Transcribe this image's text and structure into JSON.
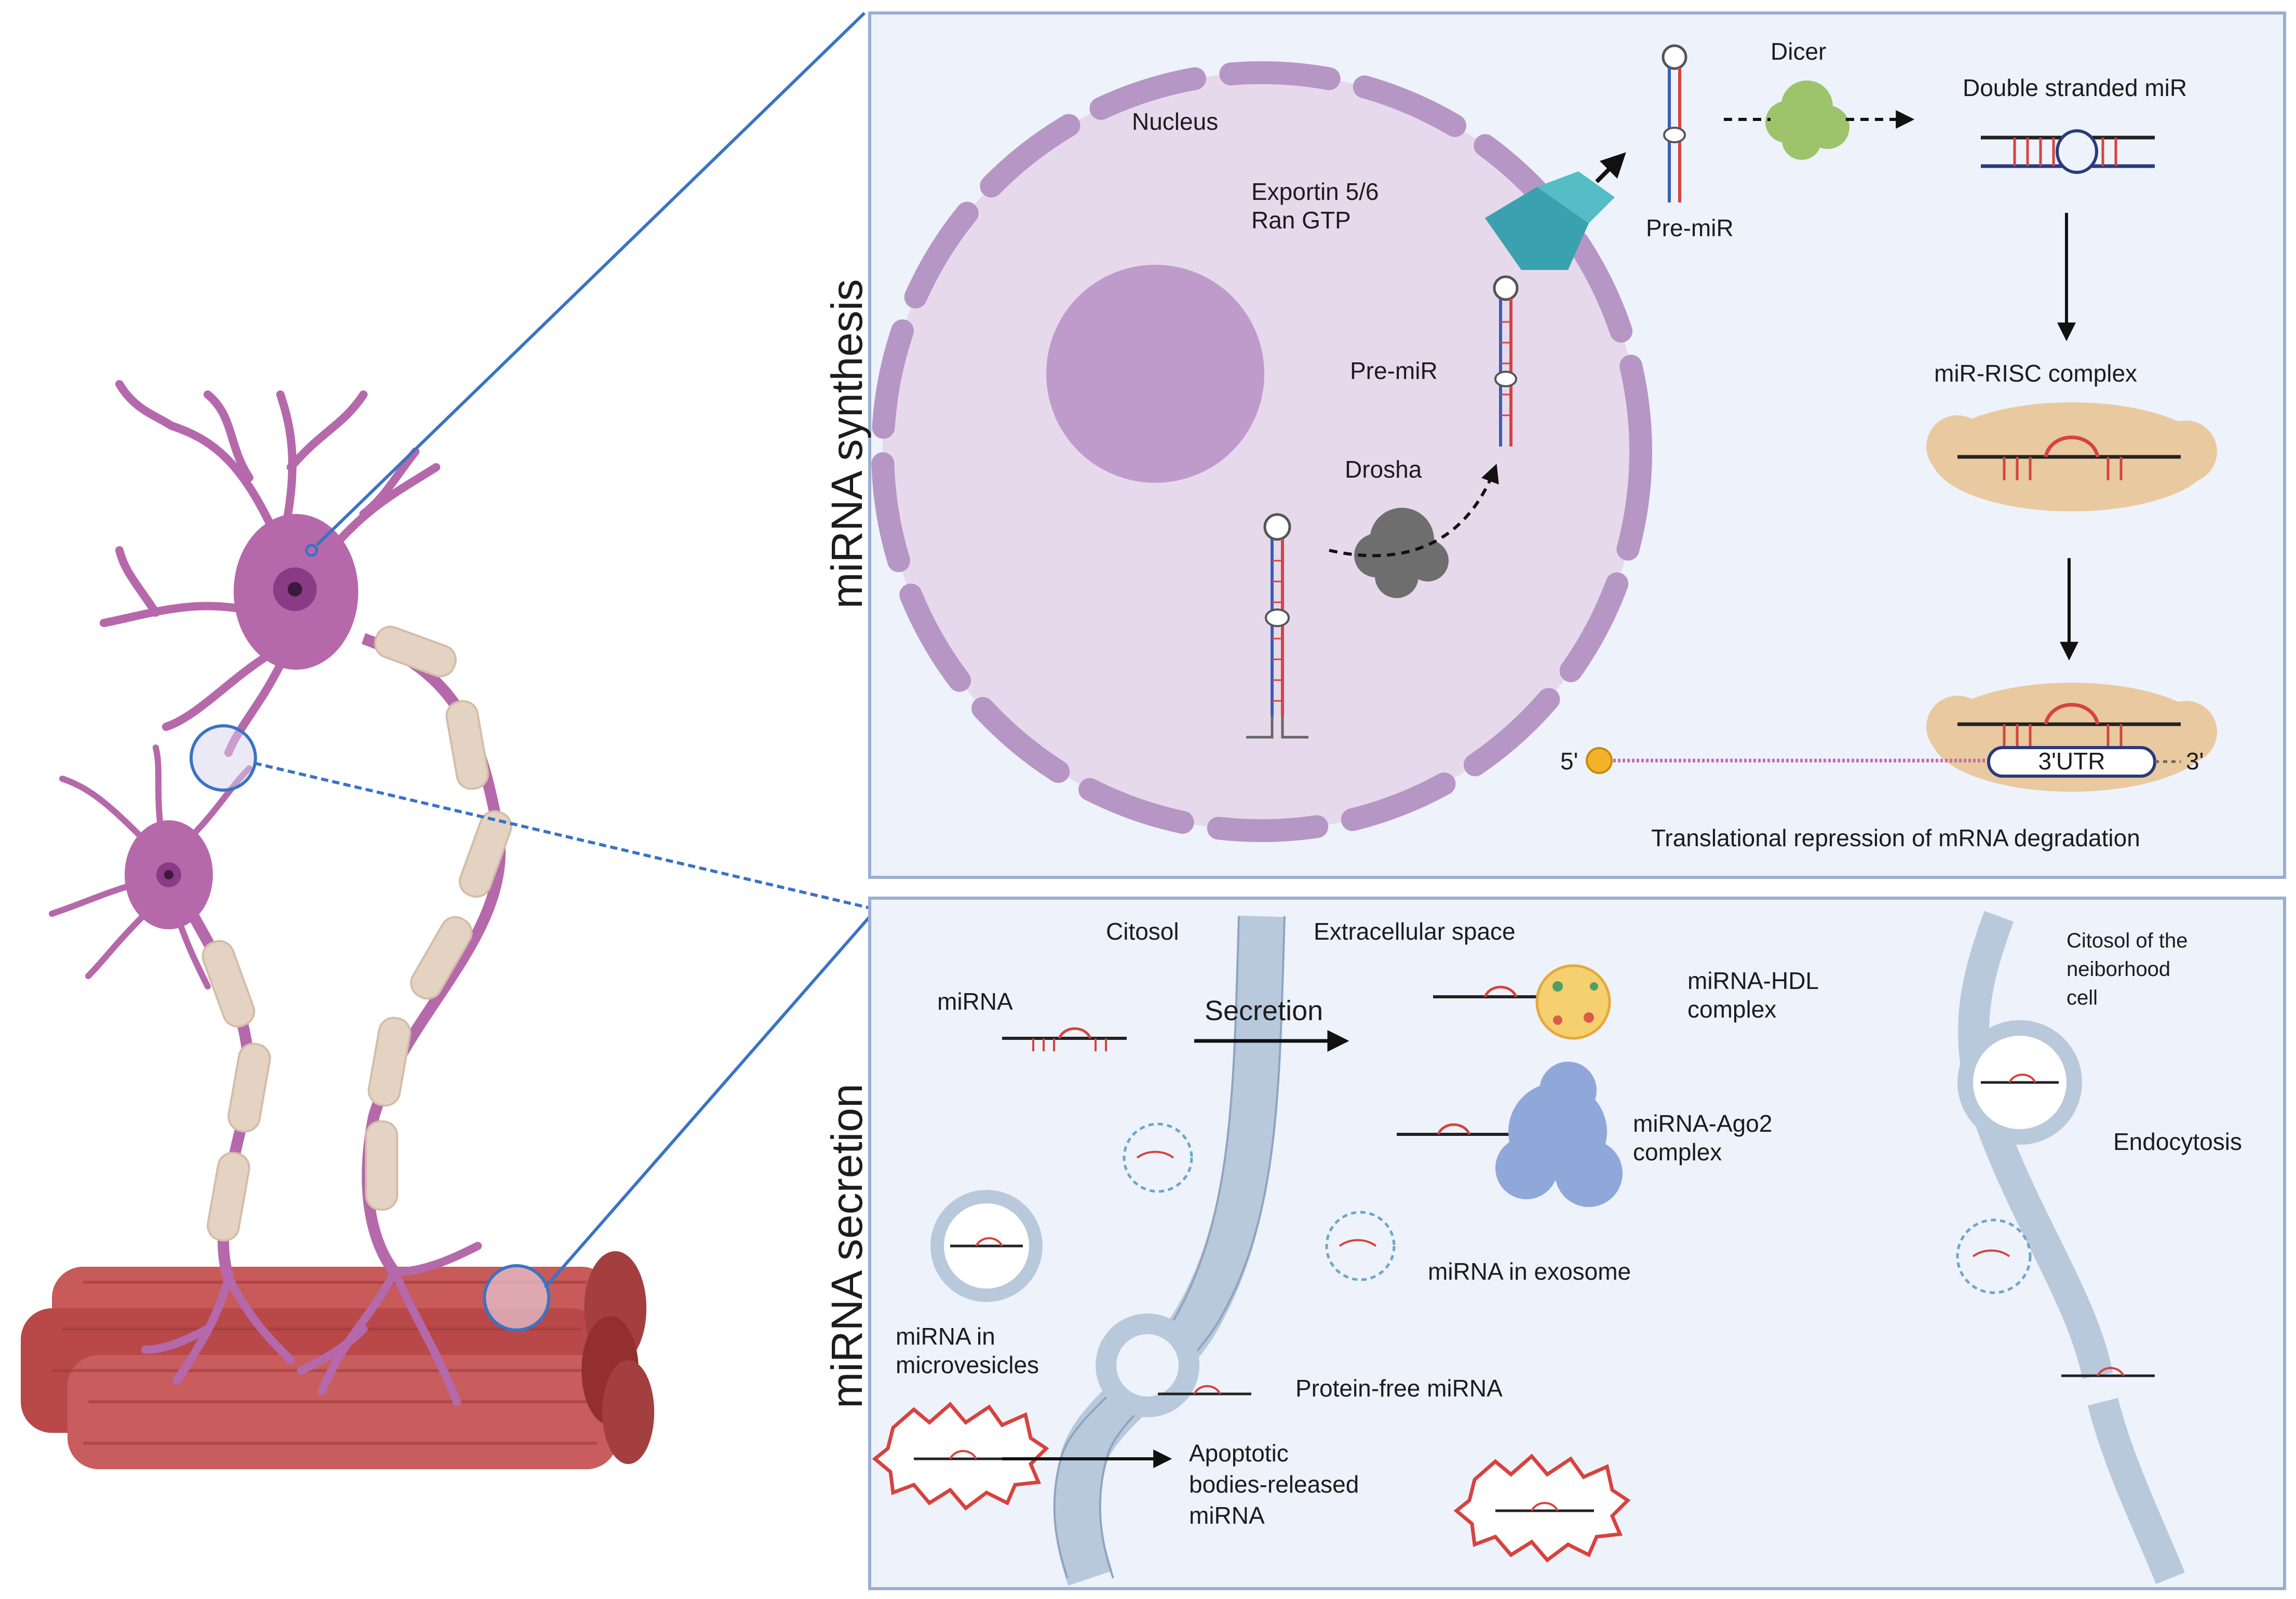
{
  "panels": {
    "synthesis_title": "miRNA synthesis",
    "secretion_title": "miRNA secretion"
  },
  "synthesis": {
    "nucleus": "Nucleus",
    "exportin_1": "Exportin 5/6",
    "exportin_2": "Ran GTP",
    "pre_mir_inside": "Pre-miR",
    "drosha": "Drosha",
    "pre_mir_outside": "Pre-miR",
    "dicer": "Dicer",
    "double_stranded": "Double stranded miR",
    "risc": "miR-RISC complex",
    "five_prime": "5'",
    "utr": "3'UTR",
    "three_prime": "3'",
    "repression": "Translational repression of mRNA degradation"
  },
  "secretion": {
    "citosol": "Citosol",
    "extracellular": "Extracellular space",
    "mirna": "miRNA",
    "secretion": "Secretion",
    "hdl_1": "miRNA-HDL",
    "hdl_2": "complex",
    "ago2_1": "miRNA-Ago2",
    "ago2_2": "complex",
    "exosome": "miRNA in exosome",
    "microvesicles_1": "miRNA in",
    "microvesicles_2": "microvesicles",
    "protein_free": "Protein-free miRNA",
    "apoptotic_1": "Apoptotic",
    "apoptotic_2": "bodies-released",
    "apoptotic_3": "miRNA",
    "neighbor_1": "Citosol of the",
    "neighbor_2": "neiborhood",
    "neighbor_3": "cell",
    "endocytosis": "Endocytosis"
  },
  "colors": {
    "panel_fill": "#eef2fb",
    "panel_border": "#9aaed0",
    "nucleus_fill": "#e7d9ec",
    "envelope": "#b696c4",
    "nucleolus": "#bf9bcc",
    "neuron": "#b569ab",
    "myelin": "#e4d3c3",
    "muscle": "#c85a5a",
    "membrane": "#b9c9dc",
    "zoom_line": "#3a73c4",
    "rna_red": "#d6433f",
    "rna_blue": "#3a5fb4",
    "risc_fill": "#e9c99f",
    "exportin": "#3aa2ae",
    "dicer": "#9dc46a",
    "drosha": "#6e6e6e"
  }
}
